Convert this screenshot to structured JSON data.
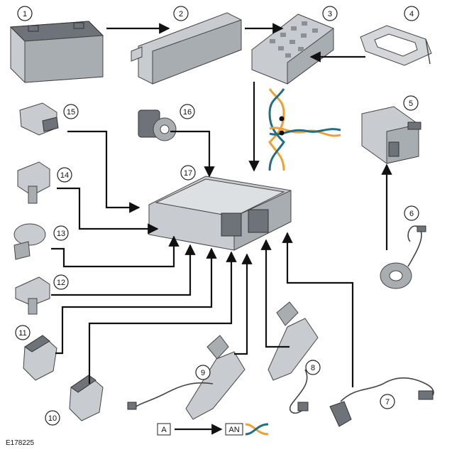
{
  "diagram": {
    "figure_code": "E178225",
    "callouts": [
      "1",
      "2",
      "3",
      "4",
      "5",
      "6",
      "7",
      "8",
      "9",
      "10",
      "11",
      "12",
      "13",
      "14",
      "15",
      "16",
      "17"
    ],
    "legend": {
      "from_label": "A",
      "to_label": "AN"
    },
    "colors": {
      "wire_orange": "#f0a030",
      "wire_teal": "#1f6f86",
      "line": "#111111"
    }
  }
}
